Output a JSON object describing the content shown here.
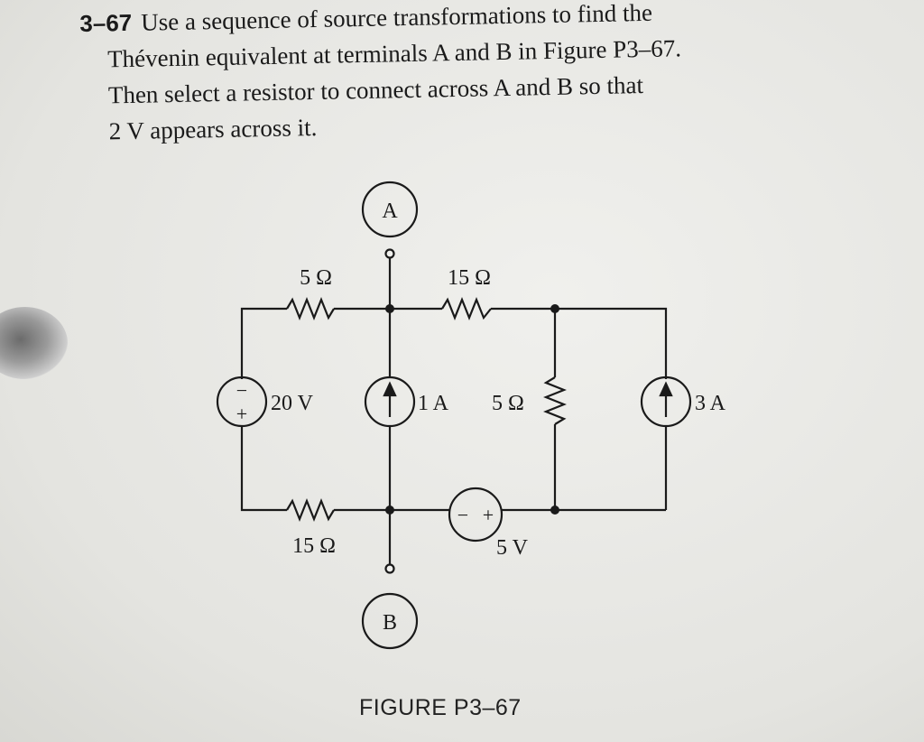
{
  "problem": {
    "number": "3–67",
    "lines": [
      "Use a sequence of source transformations to find the",
      "Thévenin equivalent at terminals A and B in Figure P3–67.",
      "Then select a resistor to connect across A and B so that",
      "2 V appears across it."
    ]
  },
  "circuit": {
    "terminal_a": "A",
    "terminal_b": "B",
    "r_top_left": "5 Ω",
    "r_top_right": "15 Ω",
    "r_bottom_left": "15 Ω",
    "r_middle": "5 Ω",
    "v_source_left": "20 V",
    "i_source_middle": "1 A",
    "i_source_right": "3 A",
    "v_source_bottom": "5 V",
    "plus": "+",
    "minus": "−"
  },
  "caption": "FIGURE P3–67"
}
